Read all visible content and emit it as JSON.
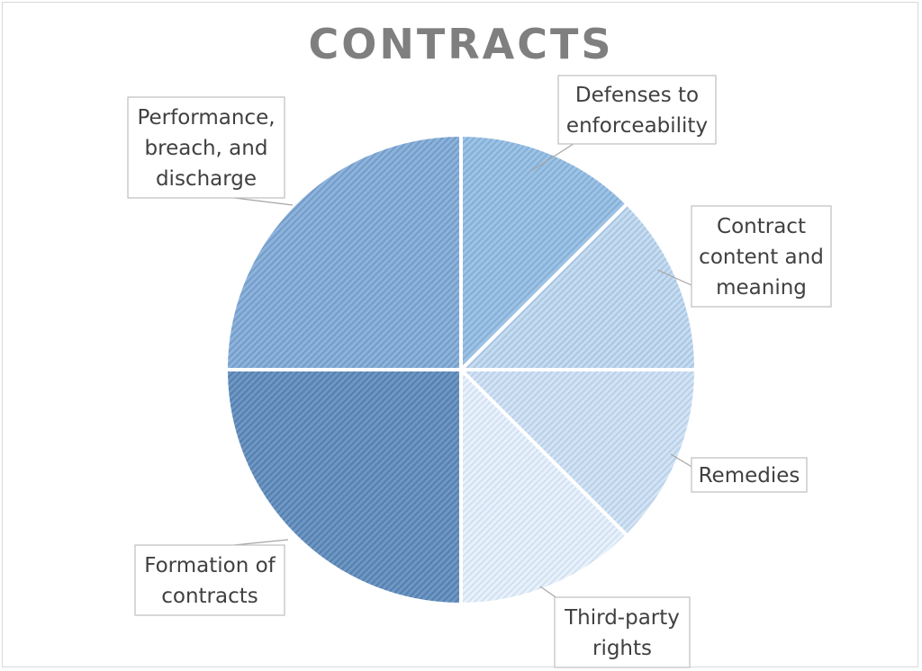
{
  "chart_data": {
    "type": "pie",
    "title": "CONTRACTS",
    "start_angle_deg": 0,
    "direction": "clockwise",
    "slices": [
      {
        "label": "Defenses to enforceability",
        "lines": [
          "Defenses to",
          "enforceability"
        ],
        "value": 12.5,
        "color": "#9dc3e6",
        "stripe": "#6f9cc6"
      },
      {
        "label": "Contract content and meaning",
        "lines": [
          "Contract",
          "content and",
          "meaning"
        ],
        "value": 12.5,
        "color": "#c7dcf0",
        "stripe": "#8fb4d9"
      },
      {
        "label": "Remedies",
        "lines": [
          "Remedies"
        ],
        "value": 12.5,
        "color": "#d3e3f4",
        "stripe": "#a2c0e0"
      },
      {
        "label": "Third-party rights",
        "lines": [
          "Third-party",
          "rights"
        ],
        "value": 12.5,
        "color": "#e9f1fa",
        "stripe": "#bcd2ea"
      },
      {
        "label": "Formation of contracts",
        "lines": [
          "Formation of",
          "contracts"
        ],
        "value": 25,
        "color": "#6e97c4",
        "stripe": "#3f6b9c"
      },
      {
        "label": "Performance, breach, and discharge",
        "lines": [
          "Performance,",
          "breach, and",
          "discharge"
        ],
        "value": 25,
        "color": "#8db3dc",
        "stripe": "#5d88b8"
      }
    ],
    "legend": "none",
    "data_labels": "callouts"
  }
}
